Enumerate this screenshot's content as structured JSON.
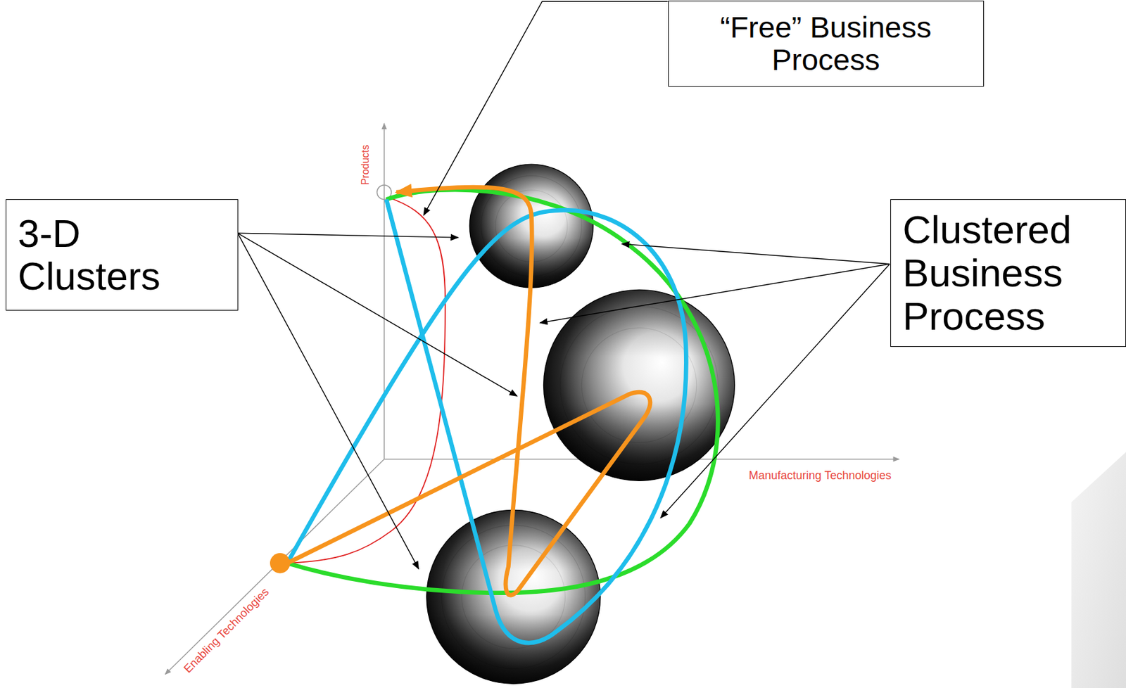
{
  "diagram": {
    "nodes": [
      {
        "text": [
          "“Free” Business Process"
        ]
      },
      {
        "text": [
          "3-D Clusters"
        ]
      },
      {
        "text": [
          "Clustered Business Process"
        ]
      }
    ],
    "labels": [
      "Products",
      "Manufacturing Technologies",
      "Enabling Technologies"
    ]
  }
}
